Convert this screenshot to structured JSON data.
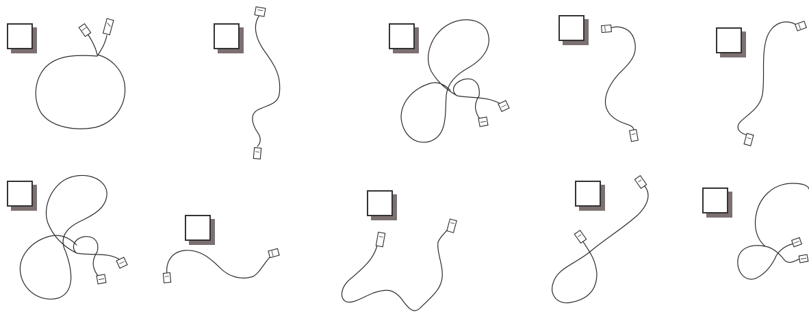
{
  "puzzle": {
    "items": [
      {
        "id": 1,
        "checked": false
      },
      {
        "id": 2,
        "checked": false
      },
      {
        "id": 3,
        "checked": false
      },
      {
        "id": 4,
        "checked": false
      },
      {
        "id": 5,
        "checked": false
      },
      {
        "id": 6,
        "checked": false
      },
      {
        "id": 7,
        "checked": false
      },
      {
        "id": 8,
        "checked": false
      },
      {
        "id": 9,
        "checked": false
      },
      {
        "id": 10,
        "checked": false
      }
    ],
    "colors": {
      "checkbox_border": "#333333",
      "checkbox_shadow": "#7c7070",
      "wire": "#2a2a2a",
      "background": "#ffffff"
    },
    "icon": "cable-with-plugs-icon"
  }
}
